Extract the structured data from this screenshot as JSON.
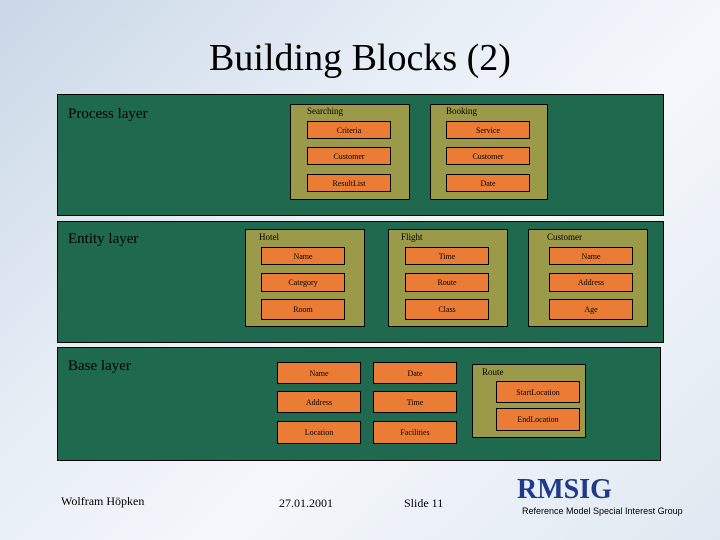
{
  "title": "Building Blocks (2)",
  "layers": {
    "process": "Process layer",
    "entity": "Entity layer",
    "base": "Base layer"
  },
  "process": {
    "searching": {
      "label": "Searching",
      "items": [
        "Criteria",
        "Customer",
        "ResultList"
      ]
    },
    "booking": {
      "label": "Booking",
      "items": [
        "Service",
        "Customer",
        "Date"
      ]
    }
  },
  "entity": {
    "hotel": {
      "label": "Hotel",
      "items": [
        "Name",
        "Category",
        "Room"
      ]
    },
    "flight": {
      "label": "Flight",
      "items": [
        "Time",
        "Route",
        "Class"
      ]
    },
    "customer": {
      "label": "Customer",
      "items": [
        "Name",
        "Address",
        "Age"
      ]
    }
  },
  "base": {
    "col1": [
      "Name",
      "Address",
      "Location"
    ],
    "col2": [
      "Date",
      "Time",
      "Facilities"
    ],
    "route": {
      "label": "Route",
      "items": [
        "StartLocation",
        "EndLocation"
      ]
    }
  },
  "footer": {
    "author": "Wolfram Höpken",
    "date": "27.01.2001",
    "slide": "Slide 11",
    "logo": "RMSIG",
    "logo_sub": "Reference Model Special Interest Group"
  }
}
